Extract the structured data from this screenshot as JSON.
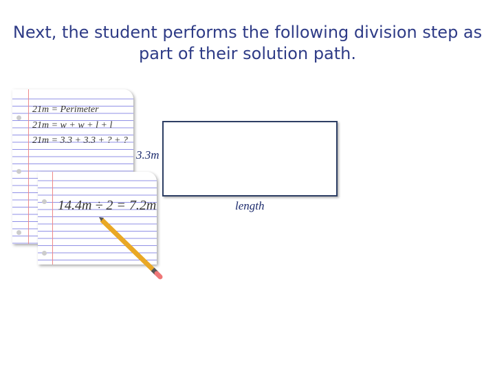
{
  "title": "Next, the student performs the following division step as part of their solution path.",
  "paper1": {
    "lines": [
      "21m = Perimeter",
      "21m = w + w + l + l",
      "21m = 3.3 + 3.3 + ? + ?"
    ]
  },
  "paper2": {
    "equation": "14.4m ÷ 2 = 7.2m"
  },
  "diagram": {
    "width_label": "3.3m",
    "length_label": "length"
  }
}
